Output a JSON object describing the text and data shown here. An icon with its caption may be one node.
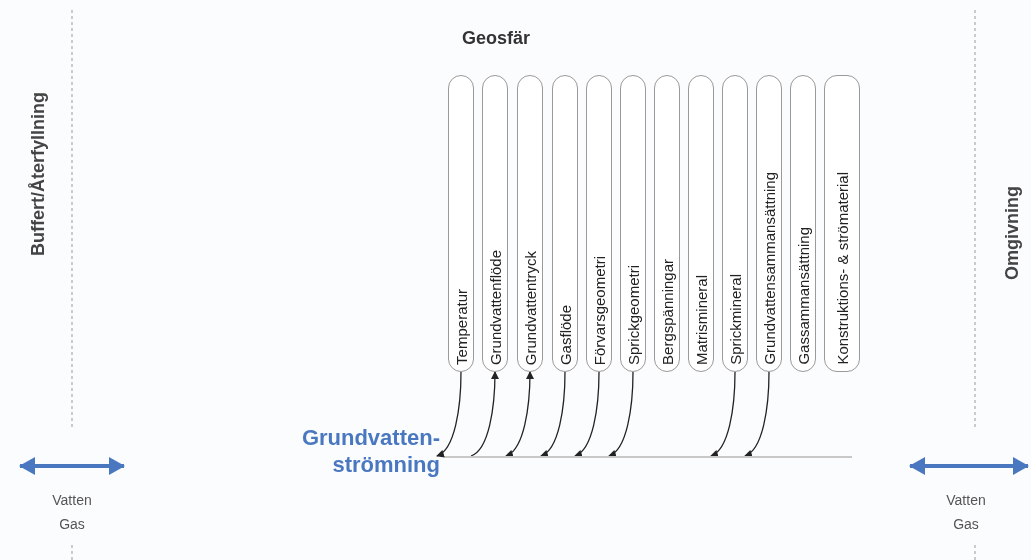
{
  "diagram": {
    "nodes": [
      {
        "text": [
          "Temperatur"
        ]
      },
      {
        "text": [
          "Grundvattenflöde"
        ]
      },
      {
        "text": [
          "Grundvattentryck"
        ]
      },
      {
        "text": [
          "Gasflöde"
        ]
      },
      {
        "text": [
          "Förvarsgeometri"
        ]
      },
      {
        "text": [
          "Sprickgeometri"
        ]
      },
      {
        "text": [
          "Bergspänningar"
        ]
      },
      {
        "text": [
          "Matrismineral"
        ]
      },
      {
        "text": [
          "Sprickmineral"
        ]
      },
      {
        "text": [
          "Grundvattensammansättning"
        ]
      },
      {
        "text": [
          "Gassammansättning"
        ]
      },
      {
        "text": [
          "Konstruktions- & strömaterial"
        ]
      },
      {
        "text": [],
        "shape": "bar",
        "beside": [
          "Grundvatten- strömning"
        ]
      }
    ],
    "edges": [
      {
        "from": 0,
        "to": 12,
        "arrow": "to"
      },
      {
        "from": 12,
        "to": 1,
        "arrow": "to"
      },
      {
        "from": 2,
        "to": 12,
        "arrow": "both"
      },
      {
        "from": 3,
        "to": 12,
        "arrow": "to"
      },
      {
        "from": 4,
        "to": 12,
        "arrow": "to"
      },
      {
        "from": 5,
        "to": 12,
        "arrow": "to"
      },
      {
        "from": 8,
        "to": 12,
        "arrow": "to"
      },
      {
        "from": 9,
        "to": 12,
        "arrow": "to"
      }
    ],
    "labels": [
      "Geosfär",
      "Buffert/Återfyllning",
      "Omgivning",
      "Vatten Gas",
      "Vatten Gas"
    ]
  }
}
